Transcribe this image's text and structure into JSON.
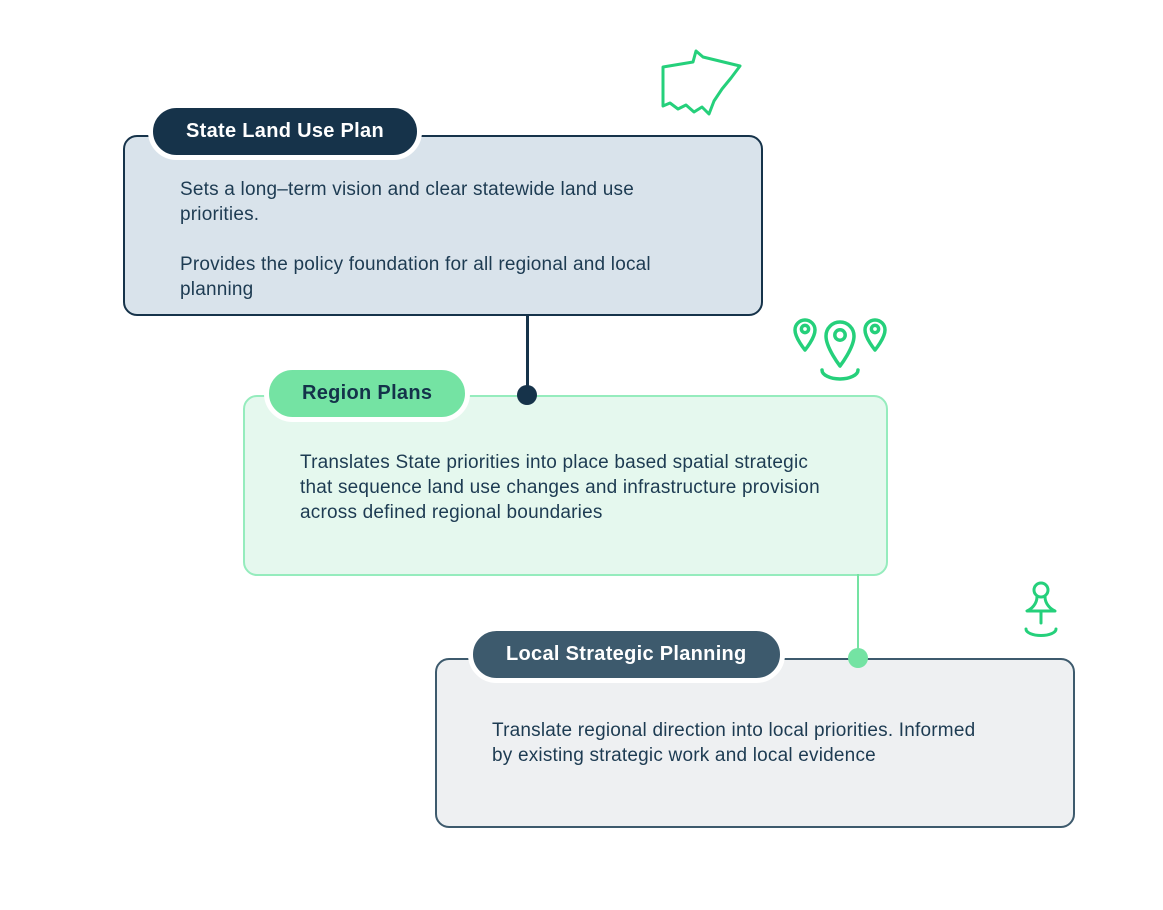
{
  "diagram": {
    "title_implicit": "NSW planning hierarchy diagram",
    "cards": [
      {
        "id": "state-land-use-plan",
        "title": "State Land Use Plan",
        "paragraphs": [
          "Sets a long–term vision and clear statewide land use priorities.",
          "Provides the policy foundation for all regional and local planning"
        ]
      },
      {
        "id": "region-plans",
        "title": "Region Plans",
        "paragraphs": [
          "Translates State priorities into place based spatial strategic that sequence land use changes and infrastructure provision across defined regional boundaries"
        ]
      },
      {
        "id": "local-strategic-planning",
        "title": "Local Strategic Planning",
        "paragraphs": [
          "Translate regional direction into local priorities. Informed by existing strategic work and local evidence"
        ]
      }
    ],
    "icons": [
      {
        "name": "nsw-state-outline-icon"
      },
      {
        "name": "map-pins-icon"
      },
      {
        "name": "push-pin-icon"
      }
    ],
    "connectors": [
      {
        "from": "state-land-use-plan",
        "to": "region-plans",
        "color": "#16334a"
      },
      {
        "from": "region-plans",
        "to": "local-strategic-planning",
        "color": "#74e3a3"
      }
    ],
    "colors": {
      "navy": "#16334a",
      "slate": "#3d5a6d",
      "icon_green": "#25d07b",
      "pill_green": "#74e3a3",
      "card_state_bg": "#d9e3eb",
      "card_region_bg": "#e5f8ee",
      "card_region_border": "#95ecbd",
      "card_local_bg": "#eef0f2",
      "body_text": "#1d3b52",
      "page_bg": "#ffffff"
    }
  }
}
